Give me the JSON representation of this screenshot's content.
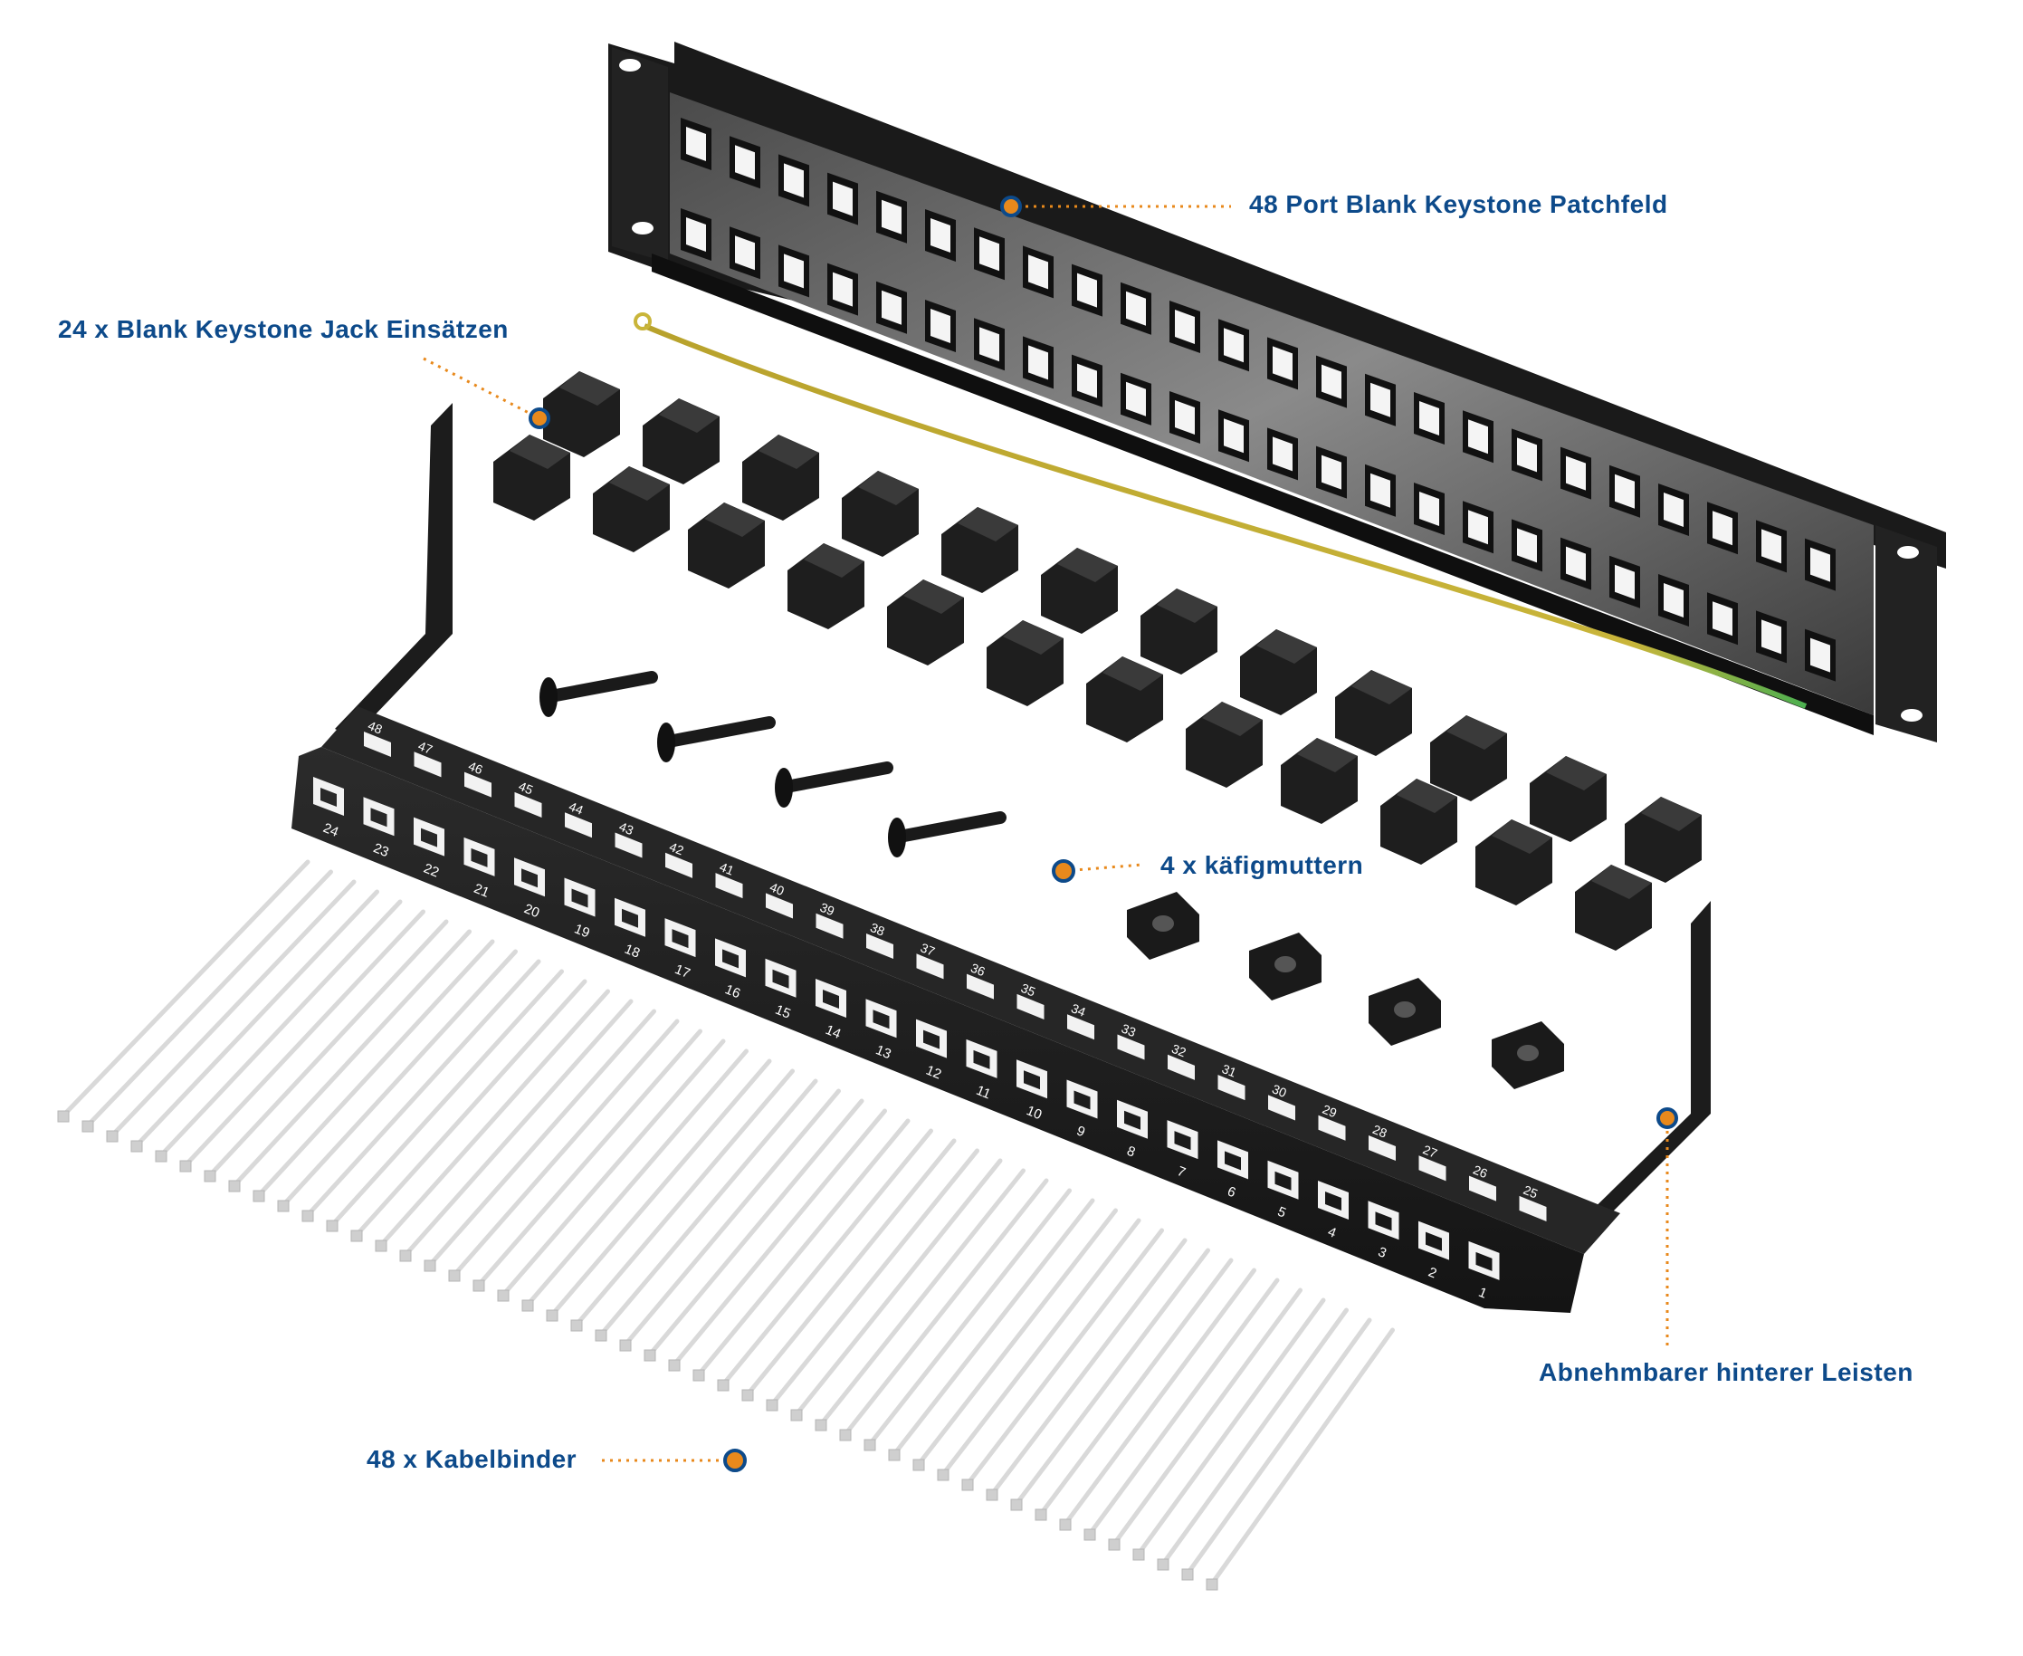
{
  "callouts": {
    "patch_panel": "48 Port Blank Keystone Patchfeld",
    "keystone_inserts": "24 x Blank Keystone Jack Einsätzen",
    "cage_nuts": "4 x käfigmuttern",
    "rear_bar": "Abnehmbarer hinterer Leisten",
    "cable_ties": "48 x Kabelbinder"
  },
  "rear_bar": {
    "top_row_numbers": [
      "48",
      "47",
      "46",
      "45",
      "44",
      "43",
      "42",
      "41",
      "40",
      "39",
      "38",
      "37",
      "36",
      "35",
      "34",
      "33",
      "32",
      "31",
      "30",
      "29",
      "28",
      "27",
      "26",
      "25"
    ],
    "bottom_row_numbers": [
      "24",
      "23",
      "22",
      "21",
      "20",
      "19",
      "18",
      "17",
      "16",
      "15",
      "14",
      "13",
      "12",
      "11",
      "10",
      "9",
      "8",
      "7",
      "6",
      "5",
      "4",
      "3",
      "2",
      "1"
    ]
  },
  "colors": {
    "label_text": "#0d4a8a",
    "marker_fill": "#e8891c",
    "marker_ring": "#0d4a8a",
    "leader_dots": "#e8891c",
    "metal_dark": "#1c1c1c",
    "panel_face": "#3a3a3a",
    "ground_wire": "#c9b53a",
    "cable_tie": "#d9d9d9"
  }
}
